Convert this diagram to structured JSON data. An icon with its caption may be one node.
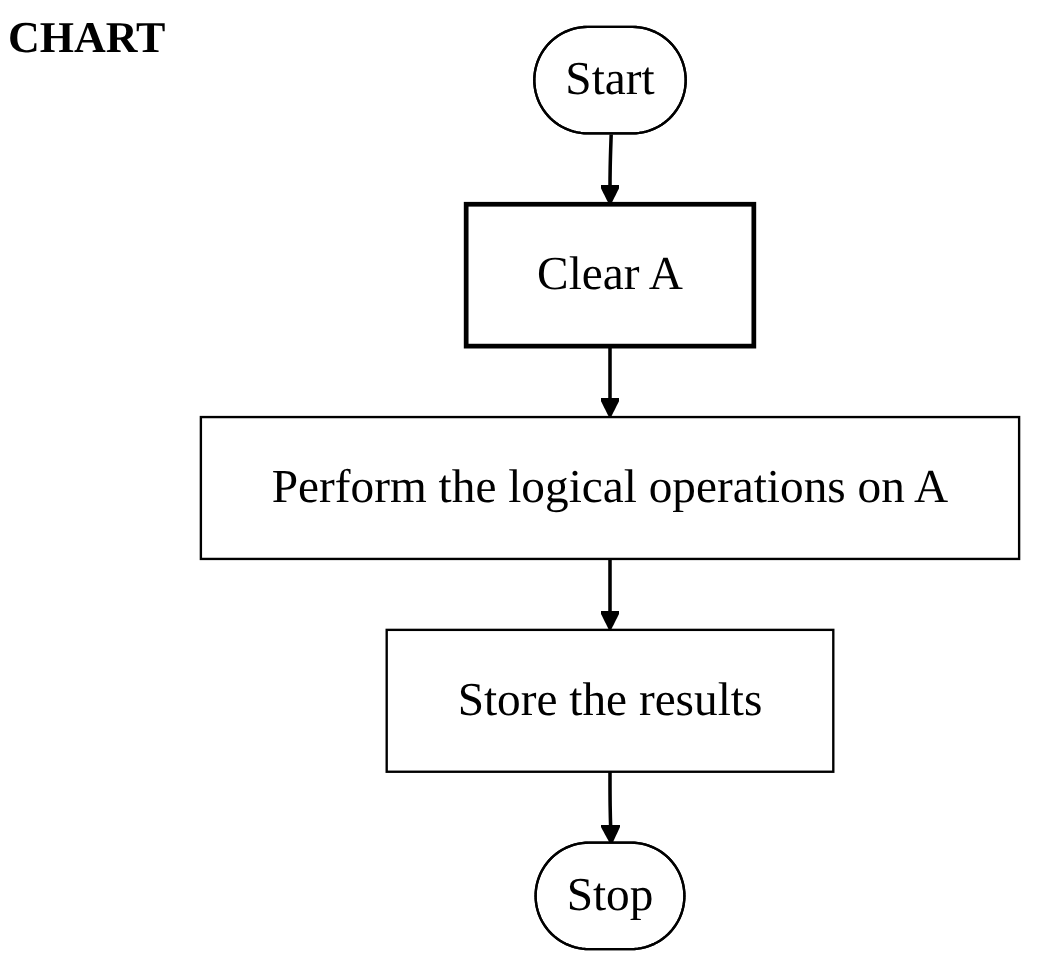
{
  "diagram": {
    "title": "CHART",
    "nodes": [
      {
        "text": [
          "Start"
        ]
      },
      {
        "text": [
          "Clear A"
        ]
      },
      {
        "text": [
          "Perform the logical operations on A"
        ]
      },
      {
        "text": [
          "Store the results"
        ]
      },
      {
        "text": [
          "Stop"
        ]
      }
    ],
    "edges": [
      {
        "from": 0,
        "to": 1,
        "arrow": "to"
      },
      {
        "from": 1,
        "to": 2,
        "arrow": "to"
      },
      {
        "from": 2,
        "to": 3,
        "arrow": "to"
      },
      {
        "from": 3,
        "to": 4,
        "arrow": "to"
      }
    ]
  }
}
